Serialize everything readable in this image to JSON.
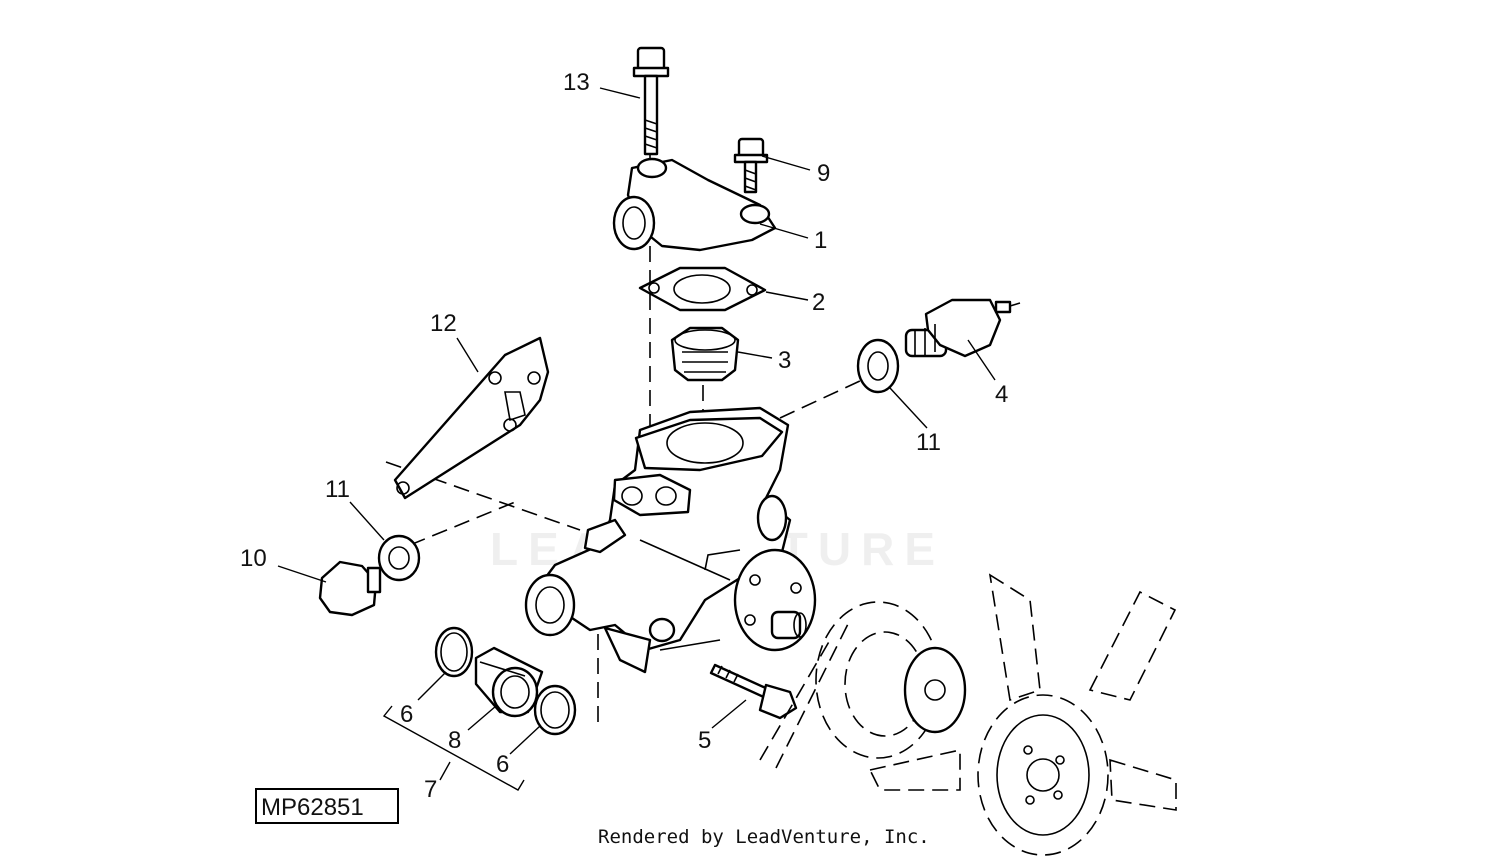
{
  "figure_id": "MP62851",
  "credit": "Rendered by LeadVenture, Inc.",
  "watermark": "LEADVENTURE",
  "callouts": {
    "c1": "1",
    "c2": "2",
    "c3": "3",
    "c4": "4",
    "c5": "5",
    "c6a": "6",
    "c6b": "6",
    "c7": "7",
    "c8": "8",
    "c9": "9",
    "c10": "10",
    "c11a": "11",
    "c11b": "11",
    "c12": "12",
    "c13": "13"
  }
}
